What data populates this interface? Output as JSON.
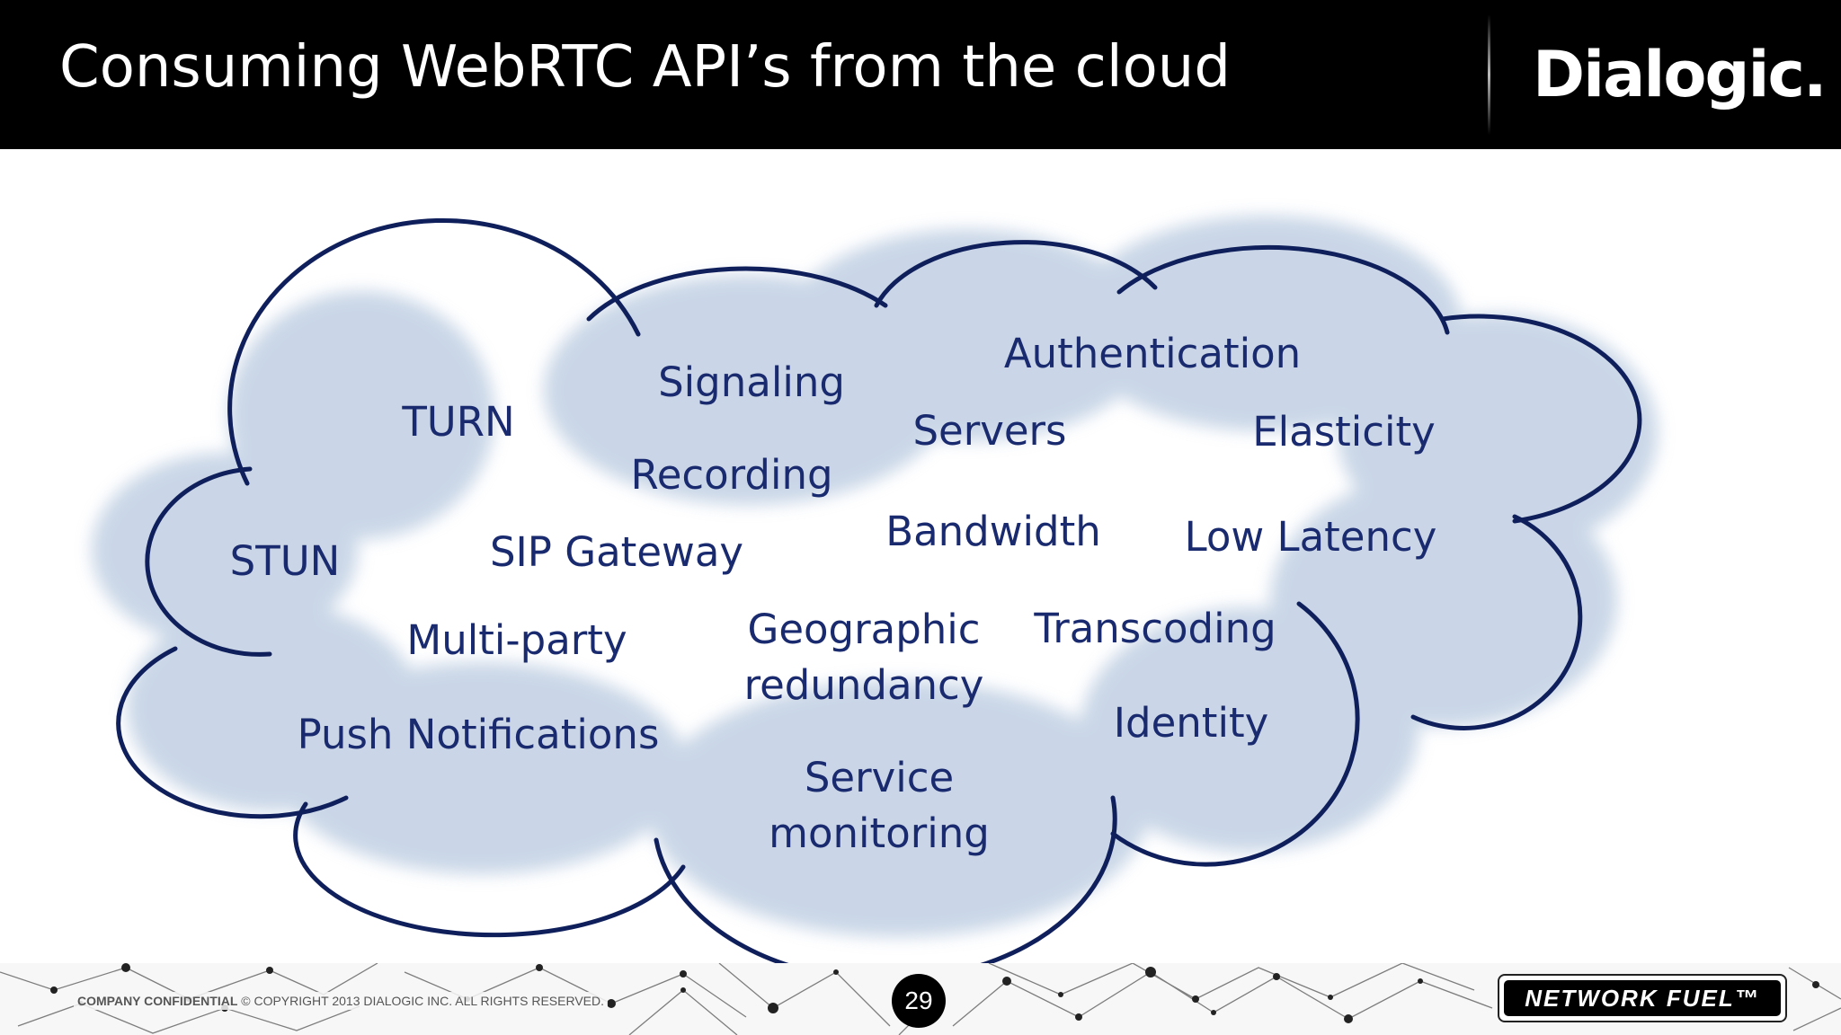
{
  "slide": {
    "title": "Consuming WebRTC API’s from the cloud",
    "logo": "Dialogic."
  },
  "cloud": {
    "labels": [
      {
        "id": "turn",
        "text": "TURN"
      },
      {
        "id": "stun",
        "text": "STUN"
      },
      {
        "id": "signaling",
        "text": "Signaling"
      },
      {
        "id": "recording",
        "text": "Recording"
      },
      {
        "id": "sip-gateway",
        "text": "SIP Gateway"
      },
      {
        "id": "multi-party",
        "text": "Multi-party"
      },
      {
        "id": "push-notifications",
        "text": "Push Notifications"
      },
      {
        "id": "authentication",
        "text": "Authentication"
      },
      {
        "id": "servers",
        "text": "Servers"
      },
      {
        "id": "elasticity",
        "text": "Elasticity"
      },
      {
        "id": "bandwidth",
        "text": "Bandwidth"
      },
      {
        "id": "low-latency",
        "text": "Low Latency"
      },
      {
        "id": "geographic-redundancy",
        "text": "Geographic\nredundancy"
      },
      {
        "id": "transcoding",
        "text": "Transcoding"
      },
      {
        "id": "identity",
        "text": "Identity"
      },
      {
        "id": "service-monitoring",
        "text": "Service\nmonitoring"
      }
    ]
  },
  "footer": {
    "confidential_bold": "COMPANY CONFIDENTIAL",
    "copyright": "© COPYRIGHT 2013 DIALOGIC INC.  ALL RIGHTS RESERVED.",
    "page_number": "29",
    "network_fuel_logo": "NETWORK FUEL™"
  },
  "colors": {
    "header_bg": "#000000",
    "label_text": "#1a2a6e",
    "cloud_outline": "#0f1f5c",
    "cloud_fill": "#8fb1d6"
  }
}
